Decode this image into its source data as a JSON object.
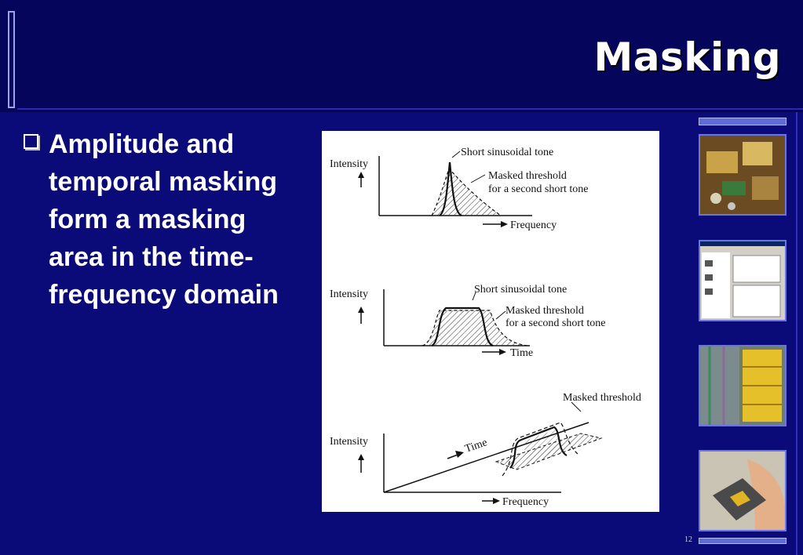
{
  "slide": {
    "title": "Masking",
    "bullet": "Amplitude and temporal masking form a masking area in the time-frequency domain",
    "page_number": "12"
  },
  "figure": {
    "panel1": {
      "y_label": "Intensity",
      "x_label": "Frequency",
      "tone_label": "Short sinusoidal tone",
      "threshold_line1": "Masked threshold",
      "threshold_line2": "for a second short tone"
    },
    "panel2": {
      "y_label": "Intensity",
      "x_label": "Time",
      "tone_label": "Short sinusoidal tone",
      "threshold_line1": "Masked threshold",
      "threshold_line2": "for a second short tone"
    },
    "panel3": {
      "y_label": "Intensity",
      "time_label": "Time",
      "x_label": "Frequency",
      "threshold_label": "Masked threshold"
    }
  },
  "colors": {
    "background": "#0a0a78",
    "header_band": "#05055c",
    "accent": "#5f6cd8",
    "text": "#ffffff"
  }
}
